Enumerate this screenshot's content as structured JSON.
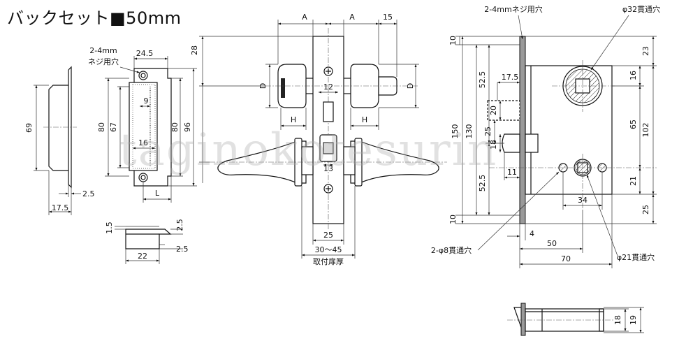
{
  "title": "バックセット■50mm",
  "watermark": "taginokotesurin",
  "notes": {
    "screw_hole_left": "2-4mm\nネジ用穴",
    "screw_hole_right": "2-4mmネジ用穴",
    "through_hole_32": "φ32貫通穴",
    "through_hole_8": "2-φ8貫通穴",
    "through_hole_21": "φ21貫通穴",
    "door_thickness_range": "30～45",
    "door_thickness_label": "取付扉厚"
  },
  "dims": {
    "strike_side_height": "69",
    "strike_side_lip": "2.5",
    "strike_side_depth": "17.5",
    "strike_width": "24.5",
    "strike_80_left": "80",
    "strike_67": "67",
    "strike_9": "9",
    "strike_16": "16",
    "strike_80_right": "80",
    "strike_96": "96",
    "strike_L": "L",
    "box_15": "1.5",
    "box_25a": "2.5",
    "box_25b": "2.5",
    "box_22": "22",
    "front_28": "28",
    "front_A1": "A",
    "front_A2": "A",
    "front_15": "15",
    "front_D1": "D",
    "front_12": "12",
    "front_D2": "D",
    "front_H1": "H",
    "front_H2": "H",
    "front_13": "13",
    "front_25": "25",
    "lock_10_top": "10",
    "lock_150": "150",
    "lock_130": "130",
    "lock_525_top": "52.5",
    "lock_175": "17.5",
    "lock_20": "20",
    "lock_25": "25",
    "lock_18": "18",
    "lock_11": "11",
    "lock_525_bot": "52.5",
    "lock_10_bot": "10",
    "lock_4": "4",
    "lock_50": "50",
    "lock_70": "70",
    "lock_23": "23",
    "lock_16": "16",
    "lock_65": "65",
    "lock_102": "102",
    "lock_21": "21",
    "lock_34": "34",
    "lock_25_right": "25",
    "latch_18": "18",
    "latch_19": "19"
  }
}
